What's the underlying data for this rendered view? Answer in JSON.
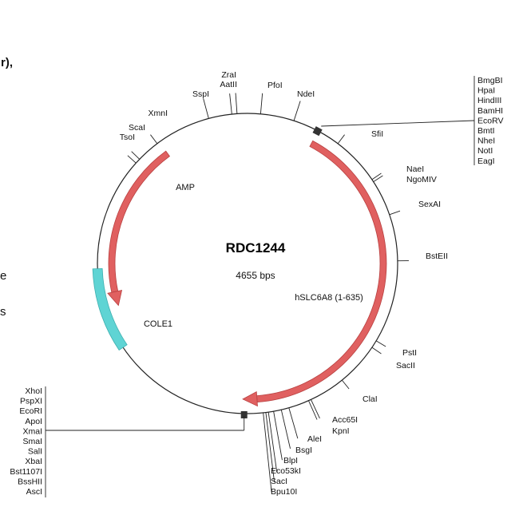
{
  "plasmid": {
    "name": "RDC1244",
    "size_label": "4655 bps"
  },
  "features": [
    {
      "name": "AMP",
      "color": "#e06060"
    },
    {
      "name": "hSLC6A8 (1-635)",
      "color": "#e06060"
    },
    {
      "name": "COLE1",
      "color": "#5fd4d4"
    }
  ],
  "sites": [
    {
      "name": "ZraI"
    },
    {
      "name": "AatII"
    },
    {
      "name": "SspI"
    },
    {
      "name": "PfoI"
    },
    {
      "name": "NdeI"
    },
    {
      "name": "XmnI"
    },
    {
      "name": "ScaI"
    },
    {
      "name": "TsoI"
    },
    {
      "name": "SfiI"
    },
    {
      "name": "NaeI"
    },
    {
      "name": "NgoMIV"
    },
    {
      "name": "SexAI"
    },
    {
      "name": "BstEII"
    },
    {
      "name": "PstI"
    },
    {
      "name": "SacII"
    },
    {
      "name": "ClaI"
    },
    {
      "name": "Acc65I"
    },
    {
      "name": "KpnI"
    },
    {
      "name": "AleI"
    },
    {
      "name": "BsgI"
    },
    {
      "name": "BlpI"
    },
    {
      "name": "Eco53kI"
    },
    {
      "name": "SacI"
    },
    {
      "name": "Bpu10I"
    }
  ],
  "mcs_top": [
    "BmgBI",
    "HpaI",
    "HindIII",
    "BamHI",
    "EcoRV",
    "BmtI",
    "NheI",
    "NotI",
    "EagI"
  ],
  "mcs_left": [
    "XhoI",
    "PspXI",
    "EcoRI",
    "ApoI",
    "XmaI",
    "SmaI",
    "SalI",
    "XbaI",
    "Bst1107I",
    "BssHII",
    "AscI"
  ],
  "cropped_text": {
    "top_left": "r),",
    "mid_left_1": "e",
    "mid_left_2": "s"
  }
}
